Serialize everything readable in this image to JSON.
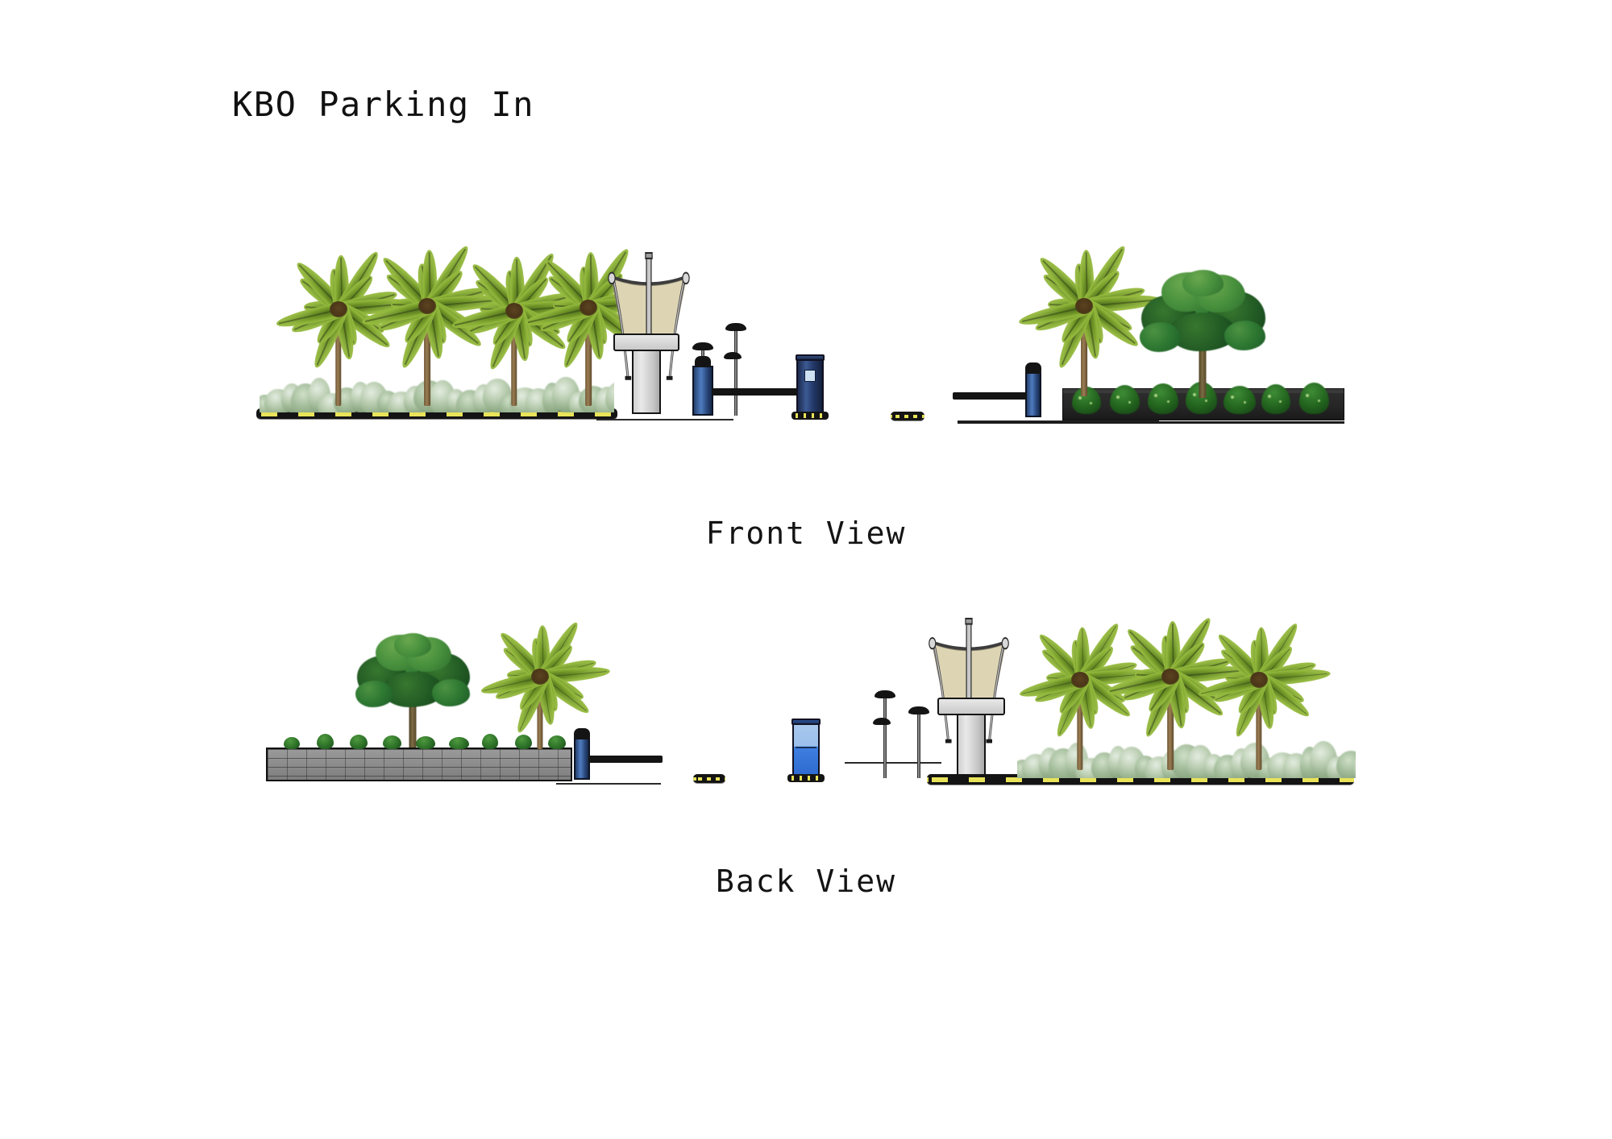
{
  "document": {
    "title": "KBO Parking In",
    "sheet_type": "architectural-elevation",
    "background_color": "#ffffff"
  },
  "views": [
    {
      "id": "front",
      "caption": "Front View",
      "description": "Elevation of parking entry showing palm row, hedge planting, tensile shade canopy over payment kiosk, ticket machines and barrier gates",
      "elements": [
        {
          "name": "palm-tree-row",
          "count": 4,
          "side": "left"
        },
        {
          "name": "silver-hedge-row",
          "side": "left"
        },
        {
          "name": "striped-curb",
          "side": "left"
        },
        {
          "name": "tensile-shade-canopy",
          "color": "#ddd4b4"
        },
        {
          "name": "payment-kiosk",
          "color": "#cfcfcf"
        },
        {
          "name": "barrier-gate",
          "color": "#3a5f9e"
        },
        {
          "name": "ticket-machine",
          "color": "#2b3f6b"
        },
        {
          "name": "lamp-post",
          "count": 2
        },
        {
          "name": "wheel-stop"
        },
        {
          "name": "palm-tree",
          "side": "right"
        },
        {
          "name": "broadleaf-shade-tree",
          "side": "right"
        },
        {
          "name": "dark-planter-wall",
          "color": "#262626"
        },
        {
          "name": "conical-shrub-row",
          "count": 7
        }
      ]
    },
    {
      "id": "back",
      "caption": "Back View",
      "description": "Rear elevation showing grey masonry retaining wall with groundcover, shade tree and palm, detached wheel stop, ticket machine, shade canopy and palm row with hedge",
      "elements": [
        {
          "name": "grey-brick-retaining-wall",
          "color": "#8e8e8e",
          "side": "left"
        },
        {
          "name": "mini-shrub-row",
          "count": 9
        },
        {
          "name": "broadleaf-shade-tree",
          "side": "left"
        },
        {
          "name": "palm-tree",
          "side": "left"
        },
        {
          "name": "barrier-gate",
          "color": "#3a5f9e"
        },
        {
          "name": "wheel-stop"
        },
        {
          "name": "ticket-machine",
          "color": "#4a86dd"
        },
        {
          "name": "lamp-post",
          "count": 2
        },
        {
          "name": "tensile-shade-canopy",
          "color": "#ddd4b4"
        },
        {
          "name": "payment-kiosk",
          "color": "#cfcfcf"
        },
        {
          "name": "palm-tree-row",
          "count": 3,
          "side": "right"
        },
        {
          "name": "silver-hedge-row",
          "side": "right"
        },
        {
          "name": "striped-curb",
          "side": "right"
        }
      ]
    }
  ],
  "palette": {
    "canopy_fabric": "#ddd4b4",
    "canopy_frame": "#8f8f8f",
    "kiosk_grey": "#cfcfcf",
    "machine_blue_dark": "#2b3f6b",
    "machine_blue_light": "#4a86dd",
    "gate_blue": "#3a5f9e",
    "curb_black": "#141414",
    "curb_yellow": "#e9e35a",
    "planter_dark": "#262626",
    "brick_grey": "#8e8e8e",
    "palm_green": "#6f9426",
    "broadleaf_green": "#2f7a33",
    "hedge_silver": "#b9cdb0",
    "shrub_green": "#24661f",
    "text_black": "#111111"
  }
}
